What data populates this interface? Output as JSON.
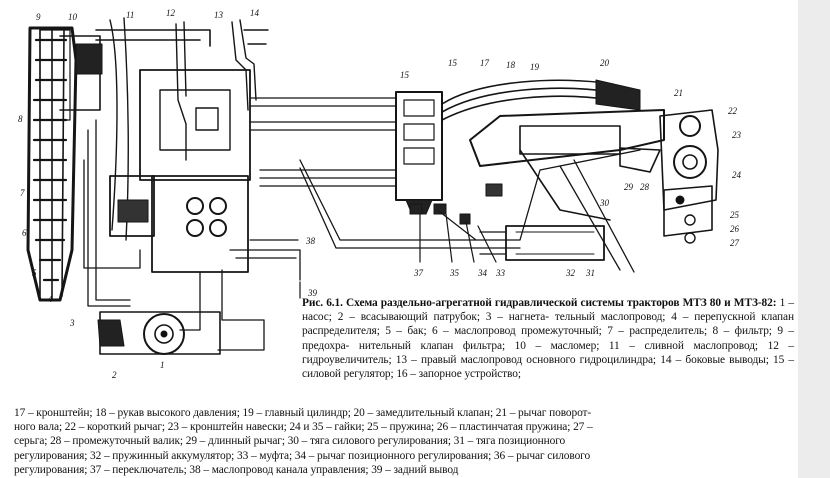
{
  "callouts": [
    "1",
    "2",
    "3",
    "4",
    "5",
    "6",
    "7",
    "8",
    "9",
    "10",
    "11",
    "12",
    "13",
    "14",
    "15",
    "15",
    "17",
    "18",
    "19",
    "20",
    "21",
    "22",
    "23",
    "24",
    "25",
    "26",
    "27",
    "28",
    "29",
    "30",
    "31",
    "32",
    "33",
    "34",
    "35",
    "37",
    "38",
    "39"
  ],
  "caption": {
    "title": "Рис. 6.1. Схема раздельно-агрегатной гидравлической системы тракторов МТЗ 80 и МТЗ-82:",
    "lines_right": [
      "1 – насос; 2 – всасывающий патрубок; 3 – нагнета-",
      "тельный маслопровод; 4 – перепускной клапан распределителя; 5 – бак; 6 –",
      "маслопровод промежуточный; 7 – распределитель; 8 – фильтр; 9 – предохра-",
      "нительный клапан фильтра; 10 – масломер; 11 – сливной маслопровод; 12 –",
      "гидроувеличитель; 13 – правый маслопровод основного гидроцилиндра;",
      "14 – боковые выводы; 15 – силовой регулятор; 16 – запорное устройство;"
    ],
    "lines_bottom": [
      "17 – кронштейн; 18 – рукав высокого давления; 19 – главный цилиндр; 20 – замедлительный клапан; 21 – рычаг поворот-",
      "ного вала; 22 – короткий рычаг; 23 – кронштейн навески; 24 и 35 – гайки; 25 – пружина; 26 – пластинчатая пружина; 27 –",
      "серьга; 28 – промежуточный валик; 29 – длинный рычаг; 30 – тяга силового регулирования; 31 – тяга позиционного",
      "регулирования; 32 – пружинный аккумулятор; 33 – муфта; 34 – рычаг позиционного регулирования; 36 – рычаг силового",
      "регулирования; 37 – переключатель; 38 – маслопровод канала управления; 39 – задний вывод"
    ]
  }
}
